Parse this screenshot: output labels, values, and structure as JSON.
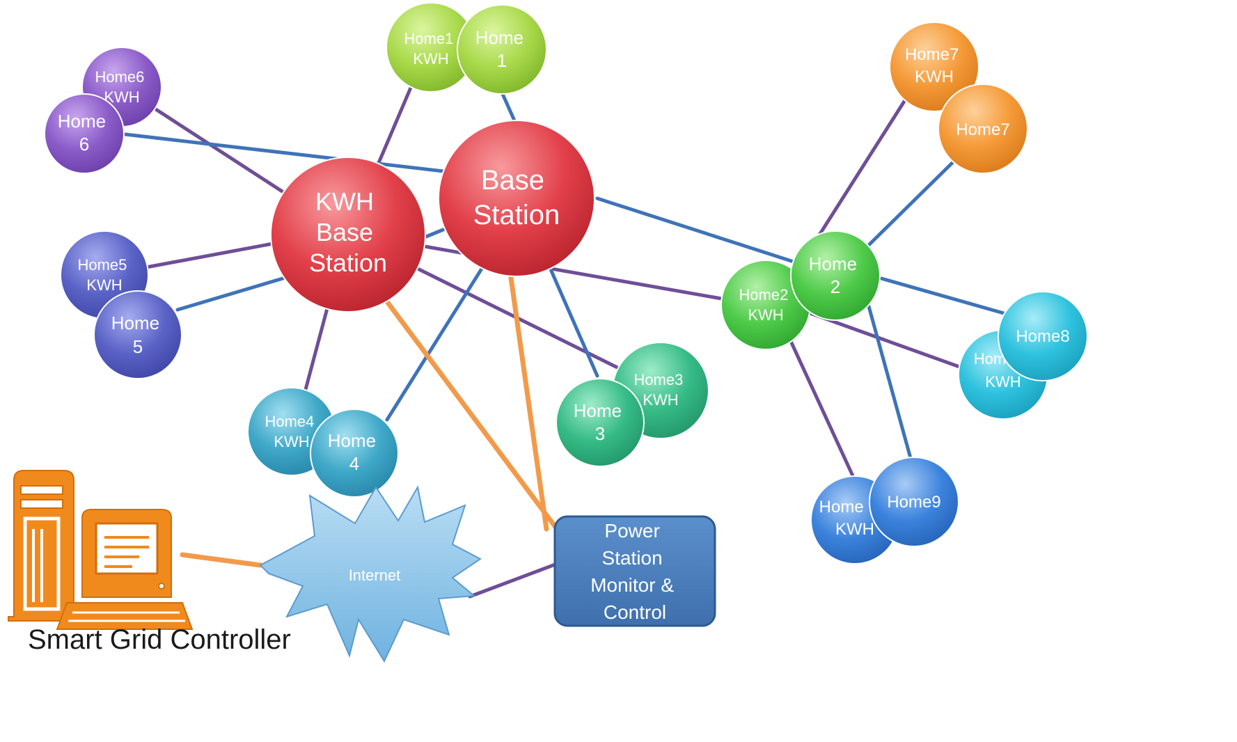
{
  "colors": {
    "red": "#e2404a",
    "lime": "#a8d94a",
    "purple": "#8b5cc9",
    "indigo": "#5b63c7",
    "cyan": "#3fa8c8",
    "teal": "#36bb86",
    "green": "#4fcb4a",
    "orange": "#f59a38",
    "sky": "#2ec2de",
    "blue": "#3c83dd",
    "link_blue": "#3f73b8",
    "link_purple": "#6f4e97",
    "link_orange": "#f29a4a",
    "box": "#4a7ebb",
    "cloud": "#8fc7e8",
    "computer": "#f08a1c"
  },
  "nodes": {
    "base_station": [
      "Base",
      "Station"
    ],
    "kwh_base_station": [
      "KWH",
      "Base",
      "Station"
    ],
    "home1_kwh": [
      "Home1",
      "KWH"
    ],
    "home1": [
      "Home",
      "1"
    ],
    "home2_kwh": [
      "Home2",
      "KWH"
    ],
    "home2": [
      "Home",
      "2"
    ],
    "home3_kwh": [
      "Home3",
      "KWH"
    ],
    "home3": [
      "Home",
      "3"
    ],
    "home4_kwh": [
      "Home4",
      "KWH"
    ],
    "home4": [
      "Home",
      "4"
    ],
    "home5_kwh": [
      "Home5",
      "KWH"
    ],
    "home5": [
      "Home",
      "5"
    ],
    "home6_kwh": [
      "Home6",
      "KWH"
    ],
    "home6": [
      "Home",
      "6"
    ],
    "home7_kwh": [
      "Home7",
      "KWH"
    ],
    "home7": [
      "Home7"
    ],
    "home8_kwh": [
      "Hom",
      "KWH"
    ],
    "home8": [
      "Home8"
    ],
    "home9_kwh": [
      "Home",
      "KWH"
    ],
    "home9": [
      "Home9"
    ]
  },
  "internet_label": "Internet",
  "power_station": [
    "Power",
    "Station",
    "Monitor &",
    "Control"
  ],
  "controller_label": "Smart Grid Controller"
}
